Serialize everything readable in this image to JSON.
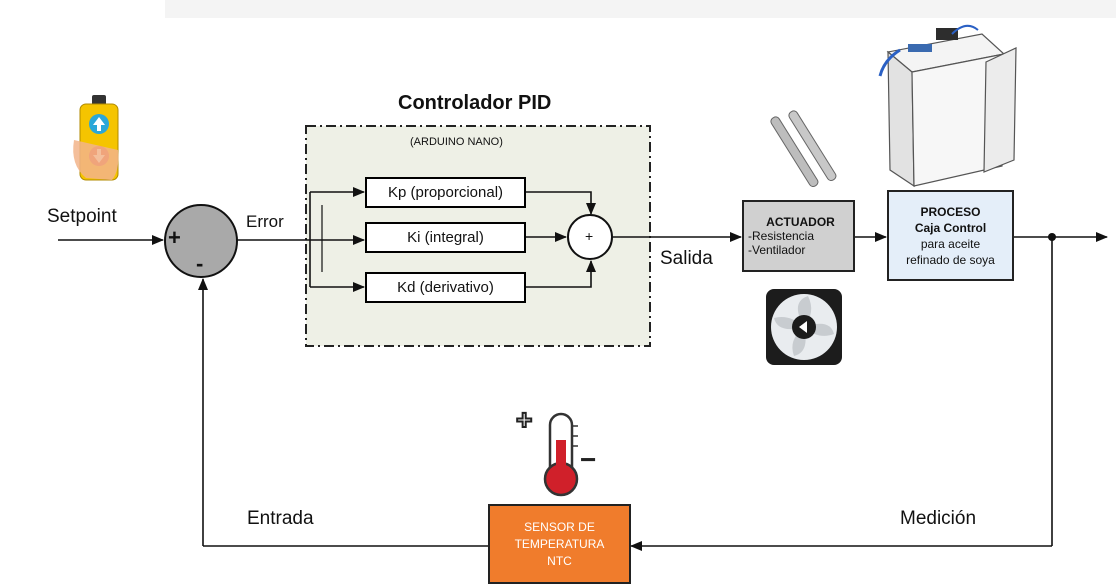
{
  "title": "Controlador PID",
  "controller_sub": "(ARDUINO NANO)",
  "setpoint": "Setpoint",
  "error": "Error",
  "salida": "Salida",
  "entrada": "Entrada",
  "medicion": "Medición",
  "sum_plus": "+",
  "sum_minus": "-",
  "adder_plus": "+",
  "gains": {
    "kp": "Kp (proporcional)",
    "ki": "Ki (integral)",
    "kd": "Kd (derivativo)"
  },
  "actuador": {
    "title": "ACTUADOR",
    "line1": "-Resistencia",
    "line2": "-Ventilador"
  },
  "proceso": {
    "title": "PROCESO",
    "line1": "Caja Control",
    "line2": "para aceite",
    "line3": "refinado de soya"
  },
  "sensor": {
    "line1": "SENSOR DE",
    "line2": "TEMPERATURA",
    "line3": "NTC"
  },
  "thermo_plus": "+",
  "thermo_minus": "−",
  "colors": {
    "controller_bg": "#eef0e6",
    "actuador_bg": "#d0d0d0",
    "proceso_bg": "#e4eef9",
    "sensor_bg": "#f07c2c",
    "summing_fill": "#a9a9a9",
    "thermo_red": "#d0202a"
  }
}
